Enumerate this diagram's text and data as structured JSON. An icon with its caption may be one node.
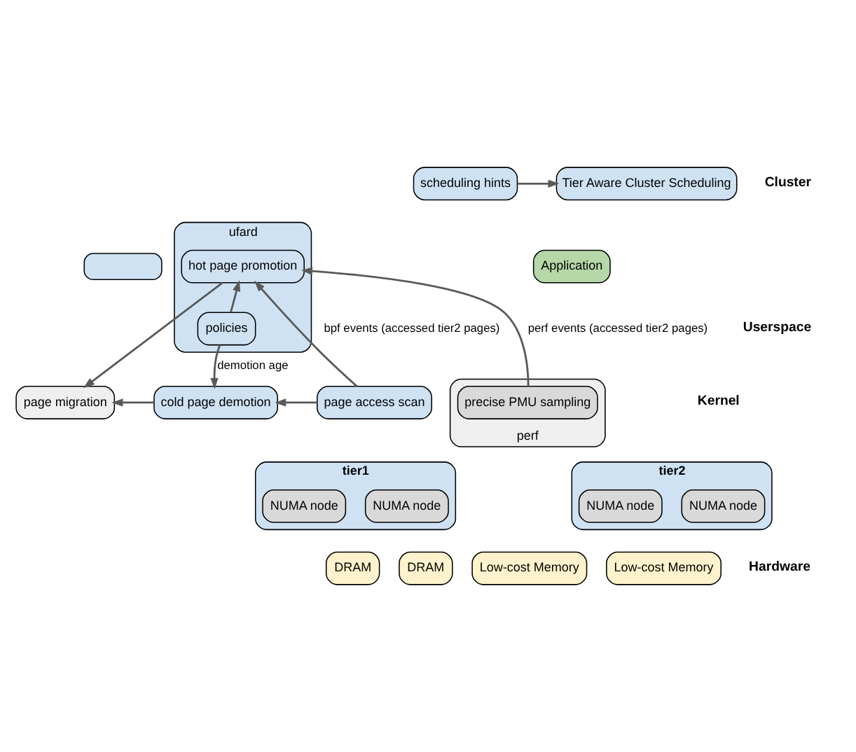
{
  "diagram": {
    "nodes": [
      {
        "text": [
          "scheduling hints"
        ]
      },
      {
        "text": [
          "Tier Aware Cluster Scheduling"
        ]
      },
      {
        "text": [],
        "shape": "box"
      },
      {
        "text": [
          "ufard"
        ]
      },
      {
        "text": [
          "hot page promotion"
        ],
        "in": 3
      },
      {
        "text": [
          "policies"
        ],
        "in": 3
      },
      {
        "text": [
          "Application"
        ]
      },
      {
        "text": [
          "page migration"
        ]
      },
      {
        "text": [
          "cold page demotion"
        ]
      },
      {
        "text": [
          "page access scan"
        ]
      },
      {
        "text": [
          "perf"
        ]
      },
      {
        "text": [
          "precise PMU sampling"
        ],
        "in": 10
      },
      {
        "text": [
          "tier1"
        ]
      },
      {
        "text": [
          "NUMA node"
        ],
        "in": 12
      },
      {
        "text": [
          "NUMA node"
        ],
        "in": 12
      },
      {
        "text": [
          "tier2"
        ]
      },
      {
        "text": [
          "NUMA node"
        ],
        "in": 15
      },
      {
        "text": [
          "NUMA node"
        ],
        "in": 15
      },
      {
        "text": [
          "DRAM"
        ]
      },
      {
        "text": [
          "DRAM"
        ]
      },
      {
        "text": [
          "Low-cost Memory"
        ]
      },
      {
        "text": [
          "Low-cost Memory"
        ]
      }
    ],
    "edges": [
      {
        "from": 0,
        "to": 1,
        "arrow": "to"
      },
      {
        "from": 4,
        "to": 7,
        "arrow": "to"
      },
      {
        "from": 5,
        "to": 4,
        "arrow": "to"
      },
      {
        "from": 5,
        "to": 8,
        "arrow": "to",
        "label": "demotion age"
      },
      {
        "from": 9,
        "to": 4,
        "arrow": "to",
        "label": "bpf events (accessed tier2 pages)"
      },
      {
        "from": 11,
        "to": 4,
        "arrow": "to",
        "label": "perf events (accessed tier2 pages)"
      },
      {
        "from": 9,
        "to": 8,
        "arrow": "to"
      },
      {
        "from": 8,
        "to": 7,
        "arrow": "to"
      }
    ],
    "labels": [
      "Cluster",
      "Userspace",
      "Kernel",
      "Hardware"
    ]
  }
}
